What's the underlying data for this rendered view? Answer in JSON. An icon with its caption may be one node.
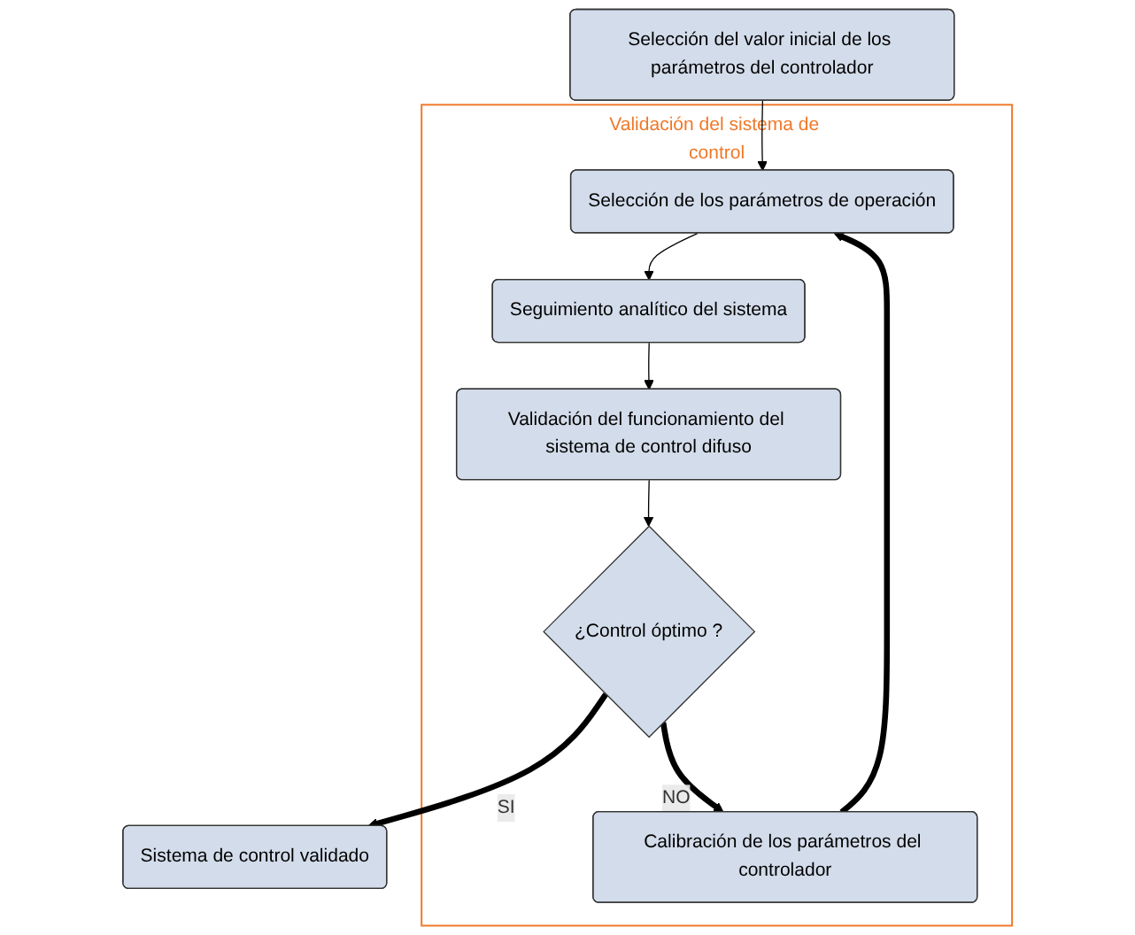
{
  "diagram": {
    "nodes": [
      {
        "text": [
          "Selección del valor inicial de los parámetros del controlador"
        ]
      },
      {
        "text": [
          "Validación del sistema de control"
        ]
      },
      {
        "text": [
          "Selección de los parámetros de operación"
        ],
        "in": 1
      },
      {
        "text": [
          "Seguimiento analítico del sistema"
        ],
        "in": 1
      },
      {
        "text": [
          "Validación del funcionamiento del sistema de control difuso"
        ],
        "in": 1
      },
      {
        "text": [
          "¿Control óptimo ?"
        ],
        "in": 1
      },
      {
        "text": [
          "Calibración de los parámetros del controlador"
        ],
        "in": 1
      },
      {
        "text": [
          "Sistema de control validado"
        ]
      }
    ],
    "edges": [
      {
        "from": 0,
        "to": 2,
        "arrow": "to"
      },
      {
        "from": 2,
        "to": 3,
        "arrow": "to"
      },
      {
        "from": 3,
        "to": 4,
        "arrow": "to"
      },
      {
        "from": 4,
        "to": 5,
        "arrow": "to"
      },
      {
        "from": 5,
        "to": 7,
        "arrow": "to",
        "label": "SI",
        "style": "thick"
      },
      {
        "from": 5,
        "to": 6,
        "arrow": "to",
        "label": "NO",
        "style": "thick"
      },
      {
        "from": 6,
        "to": 2,
        "arrow": "to",
        "style": "thick"
      }
    ]
  }
}
